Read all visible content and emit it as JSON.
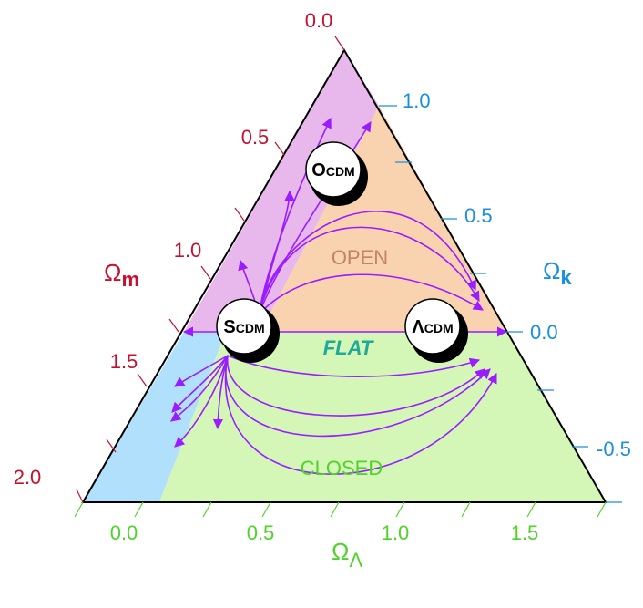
{
  "axes": {
    "omega_m": {
      "symbol": "Ω",
      "sub": "m",
      "ticks": [
        "0.0",
        "0.5",
        "1.0",
        "1.5",
        "2.0"
      ],
      "color": "#c8102e"
    },
    "omega_k": {
      "symbol": "Ω",
      "sub": "k",
      "ticks": [
        "1.0",
        "0.5",
        "0.0",
        "-0.5"
      ],
      "color": "#1a8fe0"
    },
    "omega_lambda": {
      "symbol": "Ω",
      "sub": "Λ",
      "ticks": [
        "0.0",
        "0.5",
        "1.0",
        "1.5"
      ],
      "color": "#4fd32a"
    }
  },
  "regions": {
    "open": {
      "label": "OPEN",
      "color": "#c0826a"
    },
    "flat": {
      "label": "FLAT",
      "color": "#20a89a"
    },
    "closed": {
      "label": "CLOSED",
      "color": "#4fd32a"
    }
  },
  "models": {
    "ocdm": {
      "main": "O",
      "sub": "CDM"
    },
    "scdm": {
      "main": "S",
      "sub": "CDM"
    },
    "lcdm": {
      "main": "Λ",
      "sub": "CDM"
    }
  },
  "colors": {
    "region_magenta": "#e8b8ec",
    "region_peach": "#f9d3b0",
    "region_green": "#d4f7b8",
    "region_blue": "#b0e0fb",
    "flow_lines": "#9a1cff"
  }
}
